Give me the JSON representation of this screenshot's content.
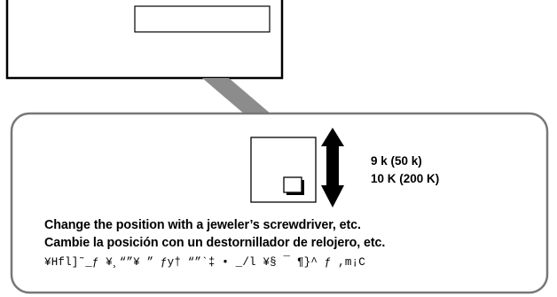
{
  "switch_labels": {
    "upper": "9 k (50 k)",
    "lower": "10 K (200 K)"
  },
  "captions": {
    "english": "Change the position with a jeweler’s screwdriver, etc.",
    "spanish": "Cambie la posición con un destornillador de relojero, etc.",
    "garbled": "¥Hfl]˜_ƒ ¥¸“”¥ ” ƒy† “”`‡ • _/l ¥§ ¯ ¶}^ ƒ ,m¡C"
  },
  "colors": {
    "stroke": "#000000",
    "detail_panel_border": "#777777",
    "callout_wedge": "#8c8c8c",
    "arrow": "#000000",
    "background": "#ffffff"
  }
}
